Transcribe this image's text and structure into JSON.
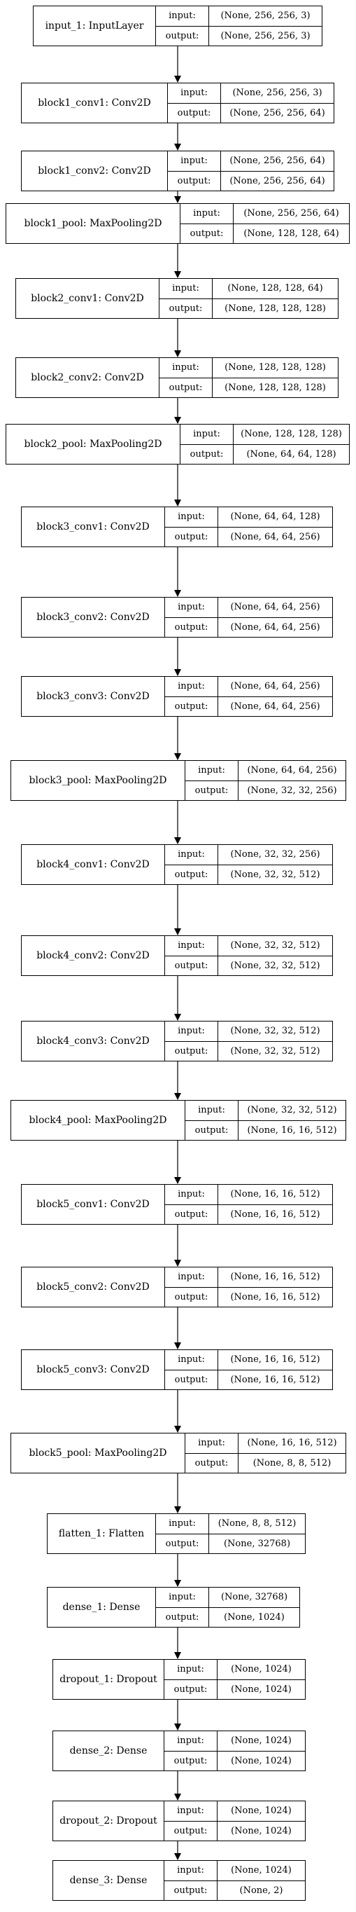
{
  "layers": [
    {
      "name": "input_1: InputLayer",
      "input_label": "input:",
      "output_label": "output:",
      "input": "(None, 256, 256, 3)",
      "output": "(None, 256, 256, 3)"
    },
    {
      "name": "block1_conv1: Conv2D",
      "input_label": "input:",
      "output_label": "output:",
      "input": "(None, 256, 256, 3)",
      "output": "(None, 256, 256, 64)"
    },
    {
      "name": "block1_conv2: Conv2D",
      "input_label": "input:",
      "output_label": "output:",
      "input": "(None, 256, 256, 64)",
      "output": "(None, 256, 256, 64)"
    },
    {
      "name": "block1_pool: MaxPooling2D",
      "input_label": "input:",
      "output_label": "output:",
      "input": "(None, 256, 256, 64)",
      "output": "(None, 128, 128, 64)"
    },
    {
      "name": "block2_conv1: Conv2D",
      "input_label": "input:",
      "output_label": "output:",
      "input": "(None, 128, 128, 64)",
      "output": "(None, 128, 128, 128)"
    },
    {
      "name": "block2_conv2: Conv2D",
      "input_label": "input:",
      "output_label": "output:",
      "input": "(None, 128, 128, 128)",
      "output": "(None, 128, 128, 128)"
    },
    {
      "name": "block2_pool: MaxPooling2D",
      "input_label": "input:",
      "output_label": "output:",
      "input": "(None, 128, 128, 128)",
      "output": "(None, 64, 64, 128)"
    },
    {
      "name": "block3_conv1: Conv2D",
      "input_label": "input:",
      "output_label": "output:",
      "input": "(None, 64, 64, 128)",
      "output": "(None, 64, 64, 256)"
    },
    {
      "name": "block3_conv2: Conv2D",
      "input_label": "input:",
      "output_label": "output:",
      "input": "(None, 64, 64, 256)",
      "output": "(None, 64, 64, 256)"
    },
    {
      "name": "block3_conv3: Conv2D",
      "input_label": "input:",
      "output_label": "output:",
      "input": "(None, 64, 64, 256)",
      "output": "(None, 64, 64, 256)"
    },
    {
      "name": "block3_pool: MaxPooling2D",
      "input_label": "input:",
      "output_label": "output:",
      "input": "(None, 64, 64, 256)",
      "output": "(None, 32, 32, 256)"
    },
    {
      "name": "block4_conv1: Conv2D",
      "input_label": "input:",
      "output_label": "output:",
      "input": "(None, 32, 32, 256)",
      "output": "(None, 32, 32, 512)"
    },
    {
      "name": "block4_conv2: Conv2D",
      "input_label": "input:",
      "output_label": "output:",
      "input": "(None, 32, 32, 512)",
      "output": "(None, 32, 32, 512)"
    },
    {
      "name": "block4_conv3: Conv2D",
      "input_label": "input:",
      "output_label": "output:",
      "input": "(None, 32, 32, 512)",
      "output": "(None, 32, 32, 512)"
    },
    {
      "name": "block4_pool: MaxPooling2D",
      "input_label": "input:",
      "output_label": "output:",
      "input": "(None, 32, 32, 512)",
      "output": "(None, 16, 16, 512)"
    },
    {
      "name": "block5_conv1: Conv2D",
      "input_label": "input:",
      "output_label": "output:",
      "input": "(None, 16, 16, 512)",
      "output": "(None, 16, 16, 512)"
    },
    {
      "name": "block5_conv2: Conv2D",
      "input_label": "input:",
      "output_label": "output:",
      "input": "(None, 16, 16, 512)",
      "output": "(None, 16, 16, 512)"
    },
    {
      "name": "block5_conv3: Conv2D",
      "input_label": "input:",
      "output_label": "output:",
      "input": "(None, 16, 16, 512)",
      "output": "(None, 16, 16, 512)"
    },
    {
      "name": "block5_pool: MaxPooling2D",
      "input_label": "input:",
      "output_label": "output:",
      "input": "(None, 16, 16, 512)",
      "output": "(None, 8, 8, 512)"
    },
    {
      "name": "flatten_1: Flatten",
      "input_label": "input:",
      "output_label": "output:",
      "input": "(None, 8, 8, 512)",
      "output": "(None, 32768)"
    },
    {
      "name": "dense_1: Dense",
      "input_label": "input:",
      "output_label": "output:",
      "input": "(None, 32768)",
      "output": "(None, 1024)"
    },
    {
      "name": "dropout_1: Dropout",
      "input_label": "input:",
      "output_label": "output:",
      "input": "(None, 1024)",
      "output": "(None, 1024)"
    },
    {
      "name": "dense_2: Dense",
      "input_label": "input:",
      "output_label": "output:",
      "input": "(None, 1024)",
      "output": "(None, 1024)"
    },
    {
      "name": "dropout_2: Dropout",
      "input_label": "input:",
      "output_label": "output:",
      "input": "(None, 1024)",
      "output": "(None, 1024)"
    },
    {
      "name": "dense_3: Dense",
      "input_label": "input:",
      "output_label": "output:",
      "input": "(None, 1024)",
      "output": "(None, 2)"
    }
  ]
}
